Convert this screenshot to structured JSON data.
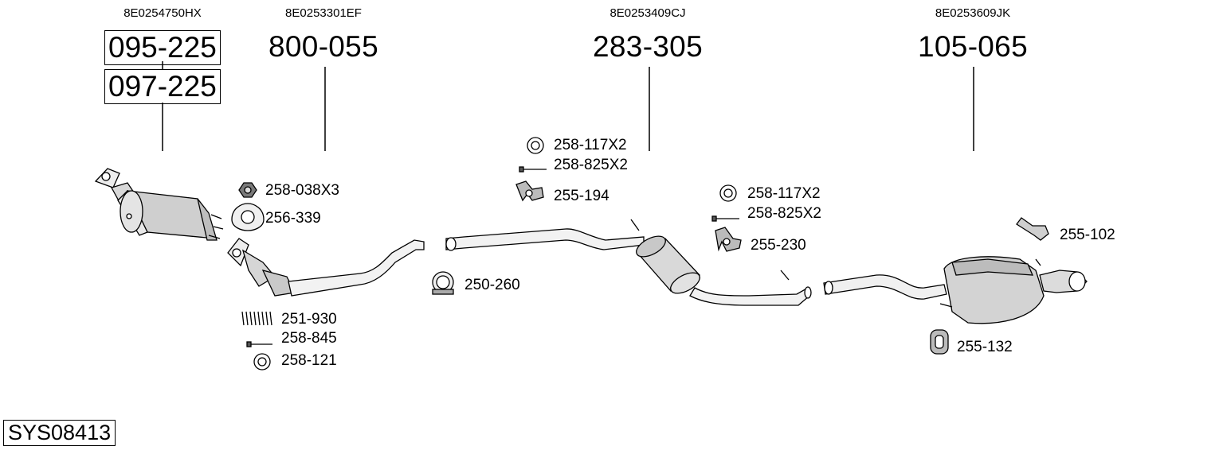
{
  "oem_numbers": [
    "8E0254750HX",
    "8E0253301EF",
    "8E0253409CJ",
    "8E0253609JK"
  ],
  "main_parts": {
    "dpf_a": "095-225",
    "dpf_b": "097-225",
    "front_pipe": "800-055",
    "middle_silencer": "283-305",
    "rear_silencer": "105-065"
  },
  "accessories": {
    "nut": "258-038X3",
    "gasket_triangle": "256-339",
    "spring": "251-930",
    "bolt_small": "258-845",
    "ring_small": "258-121",
    "clamp": "250-260",
    "ring_mid_a": "258-117X2",
    "bolt_mid_a": "258-825X2",
    "hanger_mid_a": "255-194",
    "ring_mid_b": "258-117X2",
    "bolt_mid_b": "258-825X2",
    "hanger_mid_b": "255-230",
    "bracket_rear": "255-102",
    "hanger_rear": "255-132"
  },
  "system_number": "SYS08413"
}
